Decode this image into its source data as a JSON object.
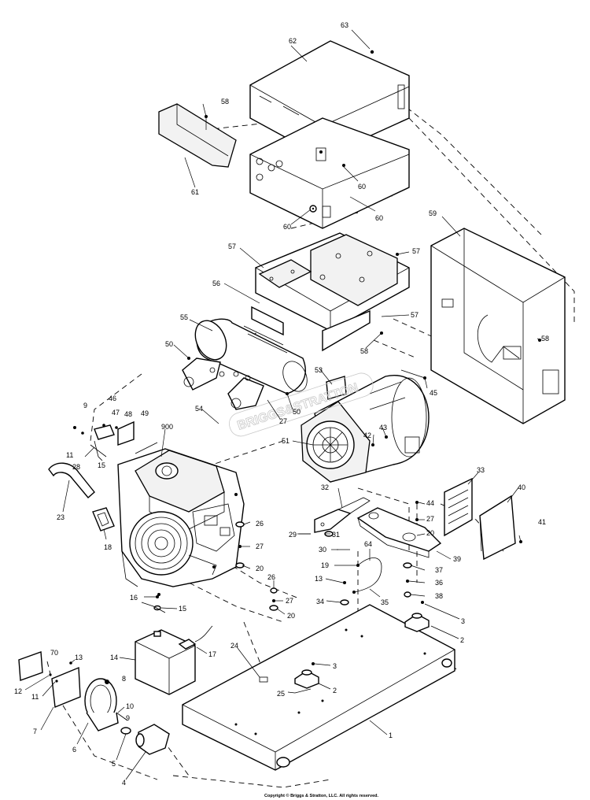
{
  "labels": [
    {
      "id": "63",
      "text": "63"
    },
    {
      "id": "62",
      "text": "62"
    },
    {
      "id": "58a",
      "text": "58"
    },
    {
      "id": "61",
      "text": "61"
    },
    {
      "id": "60a",
      "text": "60"
    },
    {
      "id": "60b",
      "text": "60"
    },
    {
      "id": "60c",
      "text": "60"
    },
    {
      "id": "59",
      "text": "59"
    },
    {
      "id": "57a",
      "text": "57"
    },
    {
      "id": "57b",
      "text": "57"
    },
    {
      "id": "57c",
      "text": "57"
    },
    {
      "id": "56",
      "text": "56"
    },
    {
      "id": "55",
      "text": "55"
    },
    {
      "id": "58b",
      "text": "58"
    },
    {
      "id": "58c",
      "text": "58"
    },
    {
      "id": "50a",
      "text": "50"
    },
    {
      "id": "50b",
      "text": "50"
    },
    {
      "id": "53",
      "text": "53"
    },
    {
      "id": "45",
      "text": "45"
    },
    {
      "id": "54",
      "text": "54"
    },
    {
      "id": "27a",
      "text": "27"
    },
    {
      "id": "51",
      "text": "51"
    },
    {
      "id": "43",
      "text": "43"
    },
    {
      "id": "42",
      "text": "42"
    },
    {
      "id": "9",
      "text": "9"
    },
    {
      "id": "46",
      "text": "46"
    },
    {
      "id": "47",
      "text": "47"
    },
    {
      "id": "48",
      "text": "48"
    },
    {
      "id": "49",
      "text": "49"
    },
    {
      "id": "900",
      "text": "900"
    },
    {
      "id": "11a",
      "text": "11"
    },
    {
      "id": "28",
      "text": "28"
    },
    {
      "id": "15a",
      "text": "15"
    },
    {
      "id": "33",
      "text": "33"
    },
    {
      "id": "40",
      "text": "40"
    },
    {
      "id": "23",
      "text": "23"
    },
    {
      "id": "32",
      "text": "32"
    },
    {
      "id": "44",
      "text": "44"
    },
    {
      "id": "26a",
      "text": "26"
    },
    {
      "id": "27b",
      "text": "27"
    },
    {
      "id": "41",
      "text": "41"
    },
    {
      "id": "29",
      "text": "29"
    },
    {
      "id": "31",
      "text": "31"
    },
    {
      "id": "20a",
      "text": "20"
    },
    {
      "id": "18",
      "text": "18"
    },
    {
      "id": "27c",
      "text": "27"
    },
    {
      "id": "30",
      "text": "30"
    },
    {
      "id": "39",
      "text": "39"
    },
    {
      "id": "64",
      "text": "64"
    },
    {
      "id": "20b",
      "text": "20"
    },
    {
      "id": "19",
      "text": "19"
    },
    {
      "id": "37",
      "text": "37"
    },
    {
      "id": "13a",
      "text": "13"
    },
    {
      "id": "36",
      "text": "36"
    },
    {
      "id": "26b",
      "text": "26"
    },
    {
      "id": "16",
      "text": "16"
    },
    {
      "id": "27d",
      "text": "27"
    },
    {
      "id": "38",
      "text": "38"
    },
    {
      "id": "15b",
      "text": "15"
    },
    {
      "id": "34",
      "text": "34"
    },
    {
      "id": "35",
      "text": "35"
    },
    {
      "id": "3a",
      "text": "3"
    },
    {
      "id": "20c",
      "text": "20"
    },
    {
      "id": "2a",
      "text": "2"
    },
    {
      "id": "70",
      "text": "70"
    },
    {
      "id": "13b",
      "text": "13"
    },
    {
      "id": "14",
      "text": "14"
    },
    {
      "id": "17",
      "text": "17"
    },
    {
      "id": "24",
      "text": "24"
    },
    {
      "id": "3b",
      "text": "3"
    },
    {
      "id": "8",
      "text": "8"
    },
    {
      "id": "12",
      "text": "12"
    },
    {
      "id": "11b",
      "text": "11"
    },
    {
      "id": "25",
      "text": "25"
    },
    {
      "id": "2b",
      "text": "2"
    },
    {
      "id": "7",
      "text": "7"
    },
    {
      "id": "10",
      "text": "10"
    },
    {
      "id": "9b",
      "text": "9"
    },
    {
      "id": "1",
      "text": "1"
    },
    {
      "id": "6",
      "text": "6"
    },
    {
      "id": "5",
      "text": "5"
    },
    {
      "id": "4",
      "text": "4"
    }
  ],
  "watermark": "BRIGGS&STRATTON",
  "copyright": "Copyright © Briggs & Stratton, LLC. All rights reserved."
}
